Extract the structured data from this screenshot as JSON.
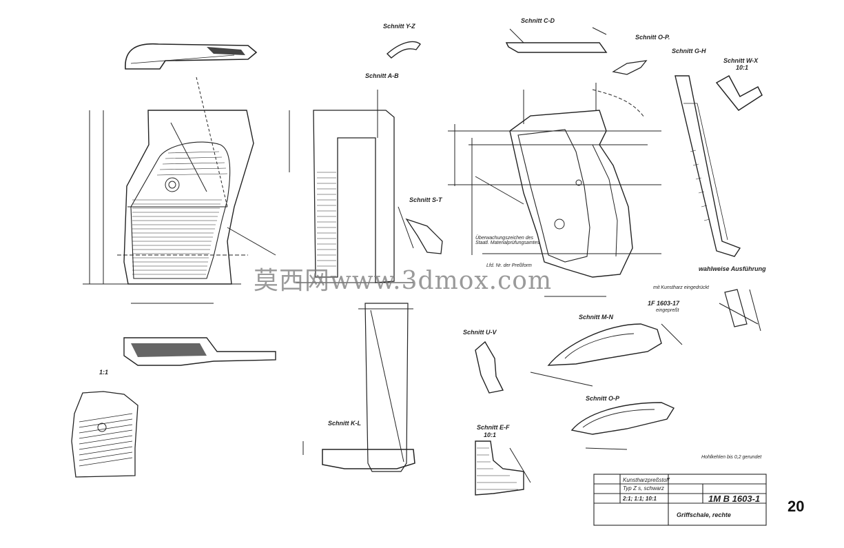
{
  "drawing": {
    "sections": {
      "yz": "Schnitt Y-Z",
      "cd": "Schnitt C-D",
      "op_top": "Schnitt O-P.",
      "gh": "Schnitt G-H",
      "wx": "Schnitt W-X",
      "wx_scale": "10:1",
      "ab": "Schnitt A-B",
      "st": "Schnitt S-T",
      "kl": "Schnitt K-L",
      "uv": "Schnitt U-V",
      "mn": "Schnitt M-N",
      "op": "Schnitt O-P",
      "ef": "Schnitt E-F",
      "ef_scale": "10:1"
    },
    "notes": {
      "scale": "1:1",
      "optional": "wahlweise Ausführung",
      "resin": "mit Kunstharz eingedrückt",
      "part_ref": "1F 1603-17",
      "pressed_in": "eingepreßt",
      "hollow": "Hohlkehlen bis 0,2 gerundet",
      "marking": "Überwachungszeichen des Staatl. Materialprüfungsamtes",
      "lfd": "Lfd. Nr. der Preßform"
    },
    "title_block": {
      "material": "Kunstharzpreßstoff",
      "type": "Typ Z s, schwarz",
      "scales": "2:1; 1:1; 10:1",
      "drawing_no": "1M B 1603-1",
      "part_name": "Griffschale, rechte"
    }
  },
  "overlay": {
    "watermark": "莫西网www.3dmox.com",
    "page_number": "20"
  }
}
